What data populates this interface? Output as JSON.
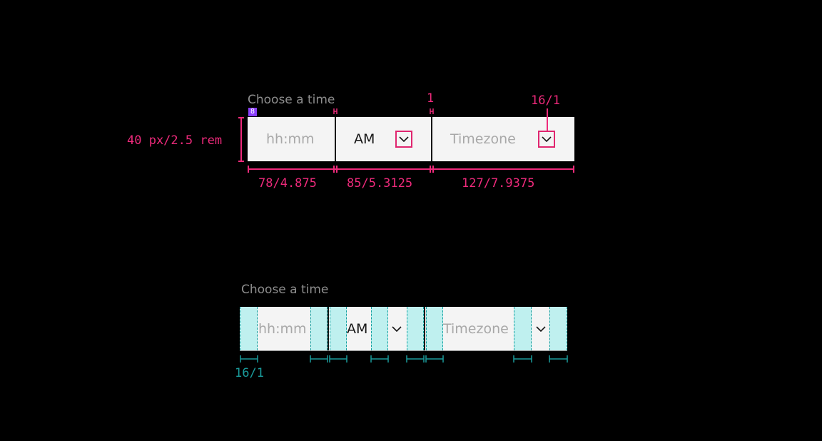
{
  "top_example": {
    "label": "Choose a time",
    "time_placeholder": "hh:mm",
    "period_value": "AM",
    "timezone_placeholder": "Timezone",
    "spacing_badge": "8",
    "annotations": {
      "height": "40 px/2.5 rem",
      "divider_width": "1",
      "icon_size": "16/1",
      "time_width": "78/4.875",
      "period_width": "85/5.3125",
      "timezone_width": "127/7.9375"
    }
  },
  "bottom_example": {
    "label": "Choose a time",
    "time_placeholder": "hh:mm",
    "period_value": "AM",
    "timezone_placeholder": "Timezone",
    "padding_annotation": "16/1"
  },
  "colors": {
    "annotation_pink": "#ee2a7b",
    "annotation_teal": "#1a9c9c",
    "padding_fill": "#bff0ef",
    "field_bg": "#f4f4f4",
    "badge_purple": "#8a3ffc"
  },
  "icons": [
    "chevron-down-icon"
  ]
}
